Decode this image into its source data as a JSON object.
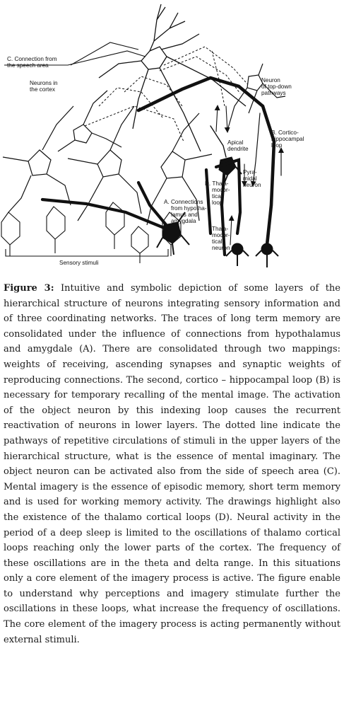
{
  "diagram": {
    "labels": {
      "speech": [
        "C. Connection from",
        "the speech area"
      ],
      "cortex": [
        "Neurons in",
        "the cortex"
      ],
      "top_down": [
        "Neuron",
        "of top-down",
        "pathways"
      ],
      "cortico": [
        "B. Cortico-",
        "hippocampal",
        "loop"
      ],
      "apical": [
        "Apical",
        "dendrite"
      ],
      "pyramidal": [
        "Pyra-",
        "midal",
        "neuron"
      ],
      "thalamo_loop": [
        "D. Thala-",
        "mocor-",
        "tical",
        "loop"
      ],
      "hypothalamus": [
        "A. Connections",
        "from hypotha-",
        "lamus and",
        "amygdala"
      ],
      "thalamo_neuron": [
        "Thala-",
        "mocor-",
        "tical",
        "neuron"
      ],
      "sensory": "Sensory stimuli"
    }
  },
  "caption": {
    "label": "Figure 3:",
    "text": "Intuitive and symbolic depiction of some layers of the hierarchical structure of neurons integrating sensory information and of three coordinating networks. The traces of long term memory are consolidated under the influence of connections from hypothalamus and amygdale (A). There are consolidated through two mappings: weights of receiving, ascending synapses and synaptic weights of reproducing connections. The second, cortico – hippocampal loop (B) is necessary for temporary recalling of the mental image. The activation of the object neuron by this indexing loop causes the recurrent reactivation of neurons in lower layers. The dotted line indicate the pathways of repetitive circulations of stimuli in the upper layers of the hierarchical structure, what is the essence of mental imaginary. The object neuron can be activated also from the side of speech area (C). Mental imagery is the essence of episodic memory, short term memory and is used for working memory activity. The drawings highlight also the existence of the thalamo cortical loops (D). Neural activity in the period of a deep sleep is limited to the oscillations of thalamo cortical loops reaching only the lower parts of the cortex. The frequency of these oscillations are in the theta and delta range. In this situations only a core element of the imagery process is active. The figure enable to understand why perceptions and imagery stimulate further the oscillations in these loops, what increase the frequency of oscillations. The core element of the imagery process is acting permanently without external stimuli."
  }
}
